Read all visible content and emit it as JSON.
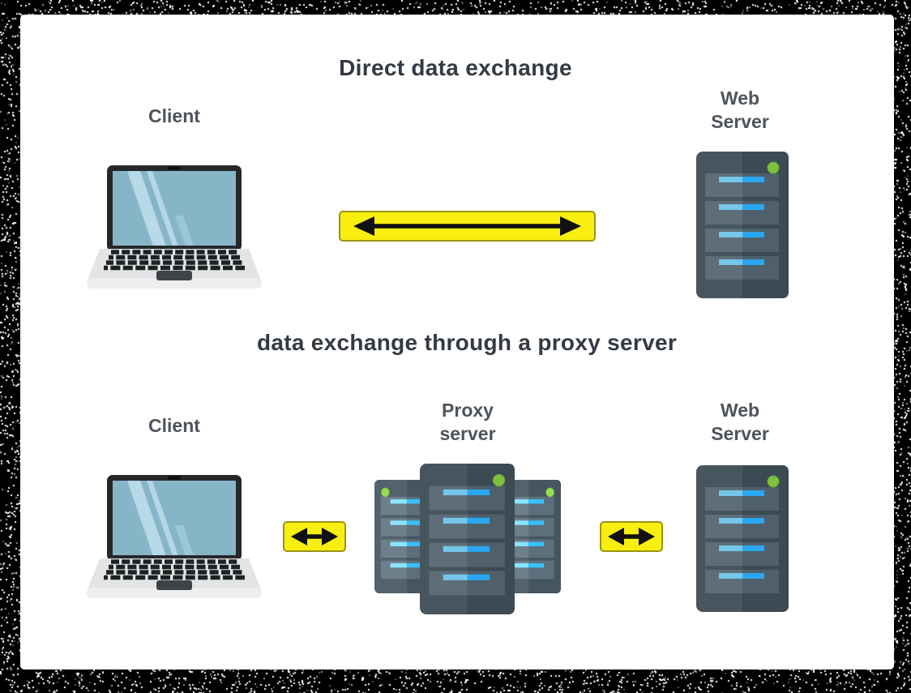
{
  "titles": {
    "direct": "Direct data exchange",
    "proxy": "data exchange through a proxy server"
  },
  "direct_section": {
    "client_label": "Client",
    "web_server_label": "Web\nServer"
  },
  "proxy_section": {
    "client_label": "Client",
    "proxy_server_label": "Proxy\nserver",
    "web_server_label": "Web\nServer"
  },
  "icons": {
    "client": "laptop-icon",
    "web_server": "server-tower-icon",
    "proxy_server": "server-cluster-icon",
    "exchange": "double-headed-arrow-icon"
  },
  "colors": {
    "background_noise": "#000000",
    "card": "#ffffff",
    "title_text": "#333a42",
    "label_text": "#4d545c",
    "arrow_fill": "#f8ef11",
    "arrow_border": "#9a9416",
    "arrow_glyph": "#111111",
    "server_body": "#47555f",
    "server_body_shade": "#3c4a54",
    "server_bay": "#5d6e78",
    "server_bay_shade": "#4f606b",
    "stripe_light_blue": "#76c6ea",
    "stripe_bright_blue": "#2aa7f0",
    "led_green": "#7dc13f",
    "laptop_screen": "#87b5c8",
    "laptop_screen_reflection": "#bcdcea",
    "laptop_bezel": "#25282b",
    "laptop_base": "#e2e4e5"
  }
}
